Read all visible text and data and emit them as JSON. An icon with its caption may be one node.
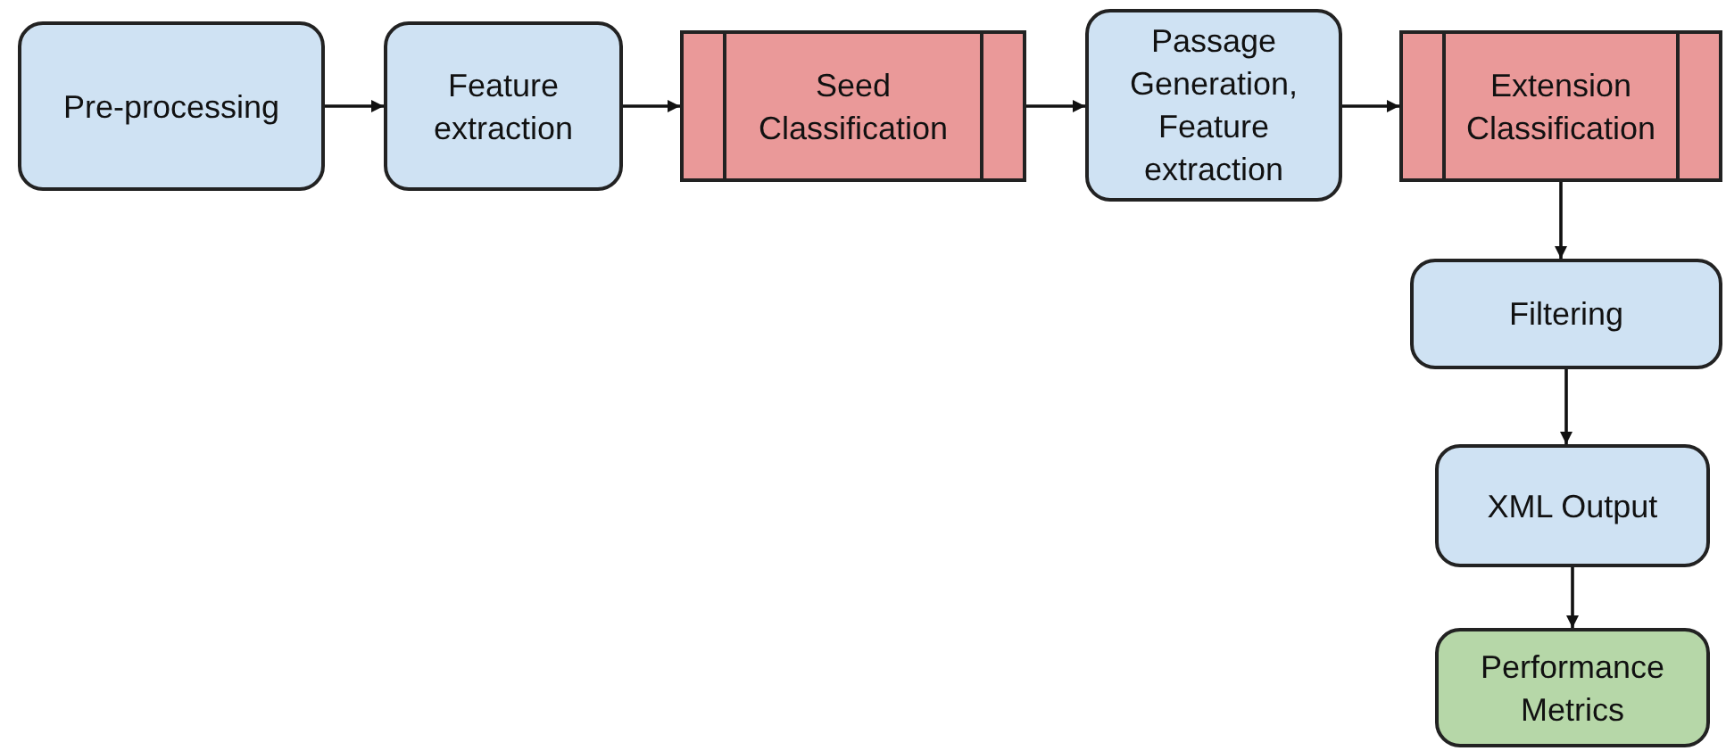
{
  "diagram": {
    "nodes": [
      {
        "text": [
          "Pre-processing"
        ]
      },
      {
        "text": [
          "Feature extraction"
        ]
      },
      {
        "text": [
          "Seed Classification"
        ]
      },
      {
        "text": [
          "Passage Generation, Feature extraction"
        ]
      },
      {
        "text": [
          "Extension Classification"
        ]
      },
      {
        "text": [
          "Filtering"
        ]
      },
      {
        "text": [
          "XML Output"
        ]
      },
      {
        "text": [
          "Performance Metrics"
        ]
      }
    ],
    "edges": [
      {
        "from": 0,
        "to": 1,
        "arrow": "to"
      },
      {
        "from": 1,
        "to": 2,
        "arrow": "to"
      },
      {
        "from": 2,
        "to": 3,
        "arrow": "to"
      },
      {
        "from": 3,
        "to": 4,
        "arrow": "to"
      },
      {
        "from": 4,
        "to": 5,
        "arrow": "to"
      },
      {
        "from": 5,
        "to": 6,
        "arrow": "to"
      },
      {
        "from": 6,
        "to": 7,
        "arrow": "to"
      }
    ]
  }
}
